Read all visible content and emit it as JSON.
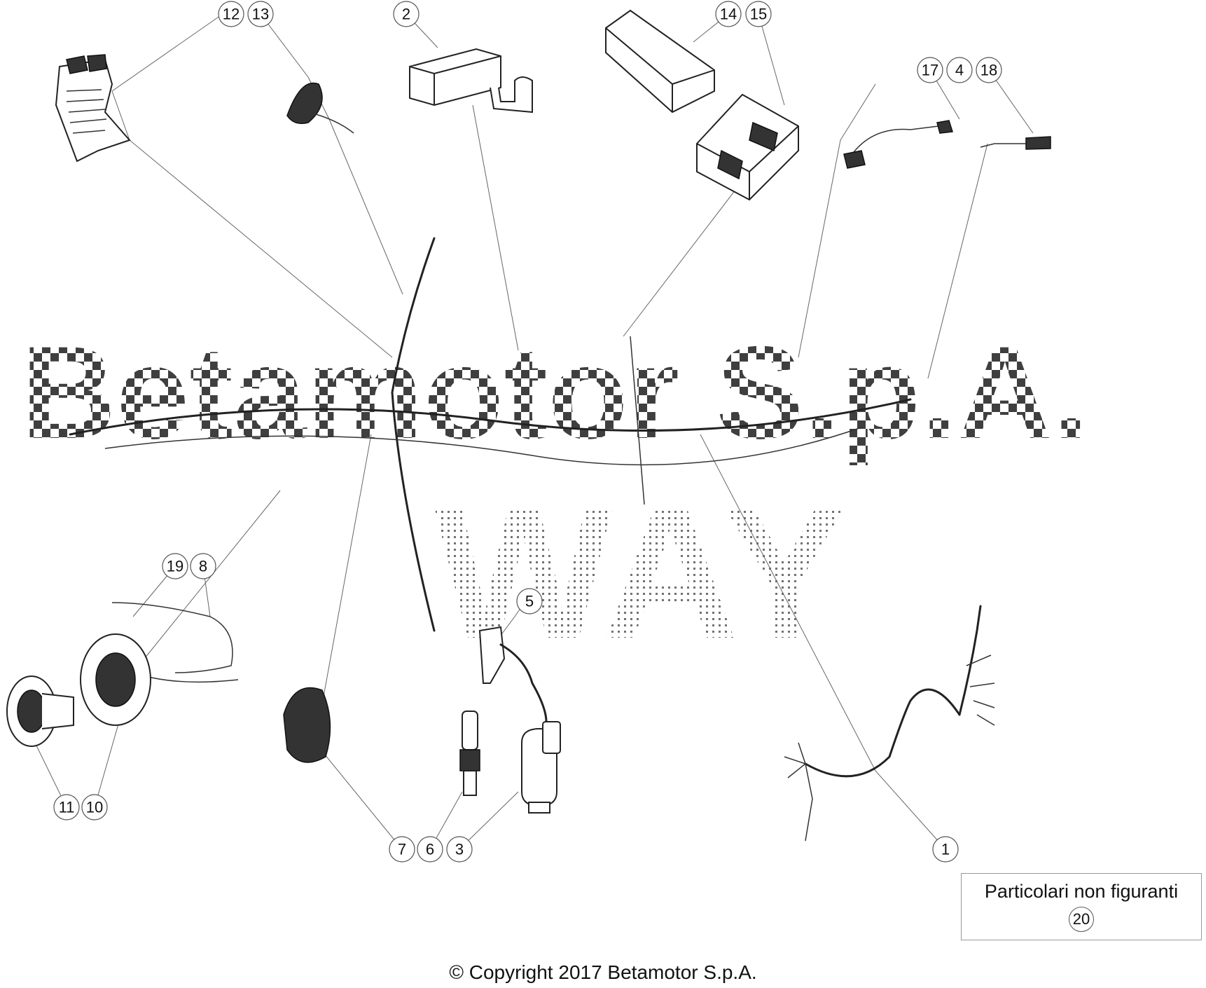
{
  "callouts": {
    "c1": "1",
    "c2": "2",
    "c3": "3",
    "c4": "4",
    "c5": "5",
    "c6": "6",
    "c7": "7",
    "c8": "8",
    "c10": "10",
    "c11": "11",
    "c12": "12",
    "c13": "13",
    "c14": "14",
    "c15": "15",
    "c17": "17",
    "c18": "18",
    "c19": "19"
  },
  "watermark": {
    "line1": "Betamotor S.p.A.",
    "line2": "WAY"
  },
  "notes": {
    "label": "Particolari non figuranti",
    "item": "20"
  },
  "copyright": "© Copyright 2017 Betamotor S.p.A.",
  "colors": {
    "line": "#222222",
    "leader": "#666666",
    "watermark": "#000000"
  }
}
